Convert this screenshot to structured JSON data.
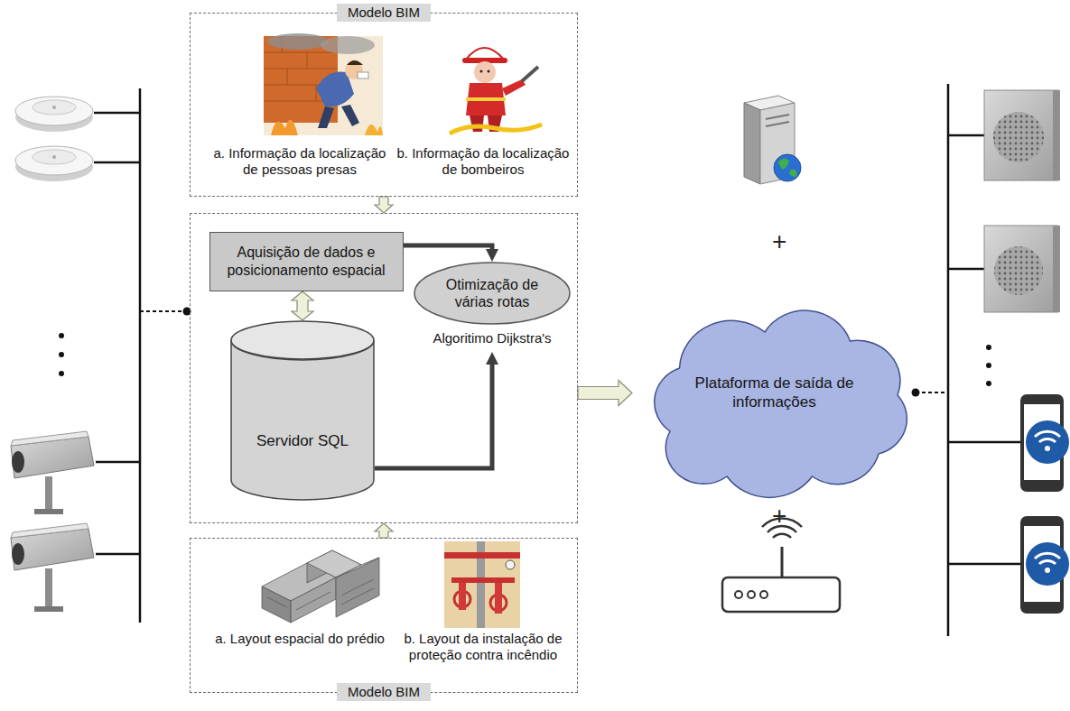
{
  "diagram": {
    "nodes": [
      {
        "text": [
          "Modelo BIM",
          "a. Informação da localização de pessoas presas",
          "b. Informação da localização de bombeiros"
        ]
      },
      {
        "text": []
      },
      {
        "text": [
          "Aquisição de dados e posicionamento espacial"
        ],
        "in": 1
      },
      {
        "text": [
          "Servidor SQL"
        ],
        "in": 1
      },
      {
        "text": [
          "Otimização de várias rotas",
          "Algoritimo Dijkstra's"
        ],
        "in": 1
      },
      {
        "text": [
          "a. Layout espacial do prédio",
          "b. Layout da instalação de proteção contra incêndio",
          "Modelo BIM"
        ]
      },
      {
        "text": [
          "Plataforma de saída de informações"
        ]
      }
    ],
    "edges": [
      {
        "from": 0,
        "to": 1,
        "arrow": "to"
      },
      {
        "from": 5,
        "to": 1,
        "arrow": "to"
      },
      {
        "from": 2,
        "to": 3,
        "arrow": "both"
      },
      {
        "from": 2,
        "to": 4,
        "arrow": "to"
      },
      {
        "from": 3,
        "to": 4,
        "arrow": "to"
      },
      {
        "from": 1,
        "to": 6,
        "arrow": "to"
      }
    ],
    "labels": [
      "+",
      "+"
    ]
  }
}
